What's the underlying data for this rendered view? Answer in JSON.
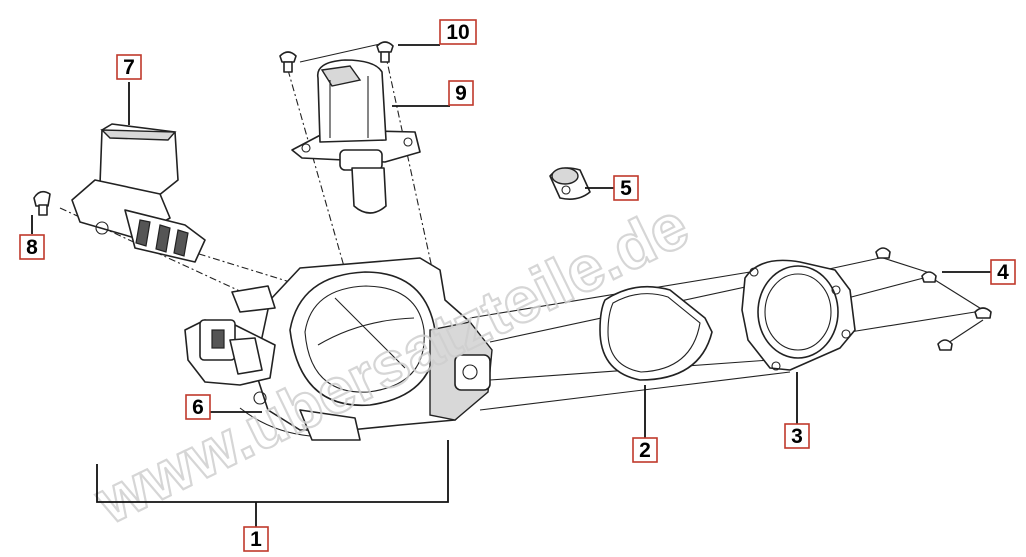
{
  "watermark": "www.ubersatzteile.de",
  "callouts": {
    "c1": "1",
    "c2": "2",
    "c3": "3",
    "c4": "4",
    "c5": "5",
    "c6": "6",
    "c7": "7",
    "c8": "8",
    "c9": "9",
    "c10": "10"
  },
  "colors": {
    "callout_border": "#c0392b",
    "line": "#222222",
    "watermark": "#cfcfcf"
  }
}
